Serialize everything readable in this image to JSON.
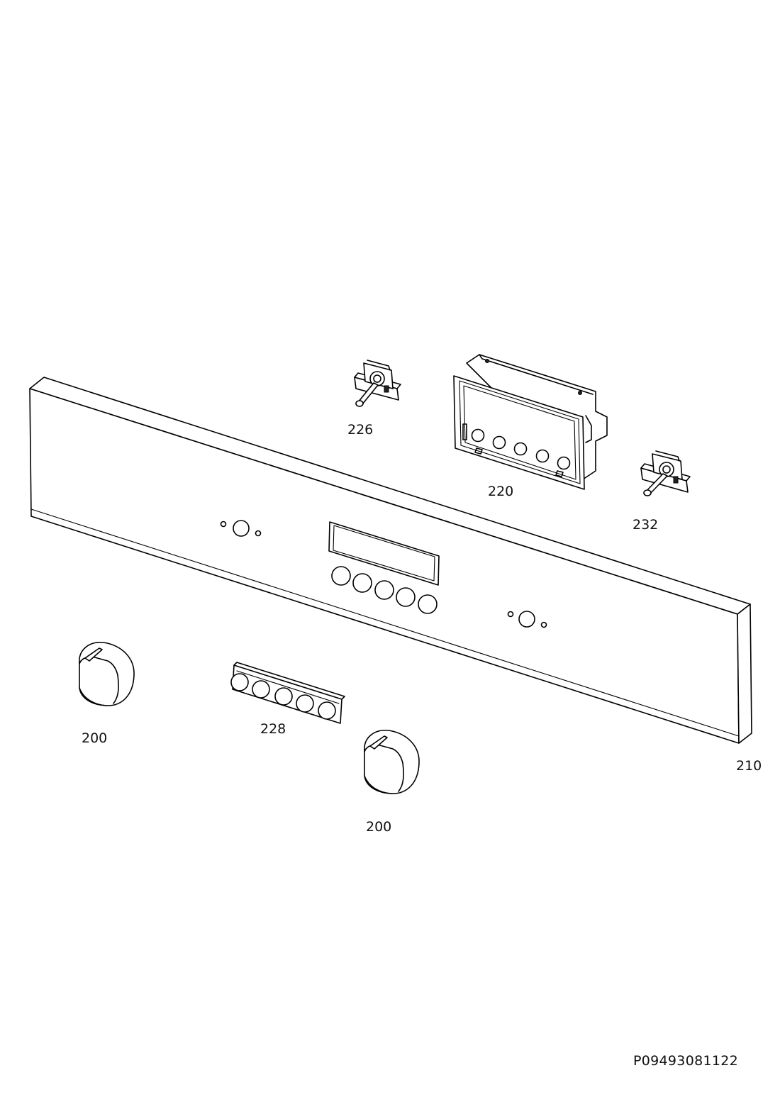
{
  "labels": {
    "p226": "226",
    "p220": "220",
    "p232": "232",
    "p228": "228",
    "p200_left": "200",
    "p200_center": "200",
    "p210": "210"
  },
  "document_code": "P09493081122",
  "colors": {
    "line": "#000000",
    "background": "#ffffff"
  }
}
